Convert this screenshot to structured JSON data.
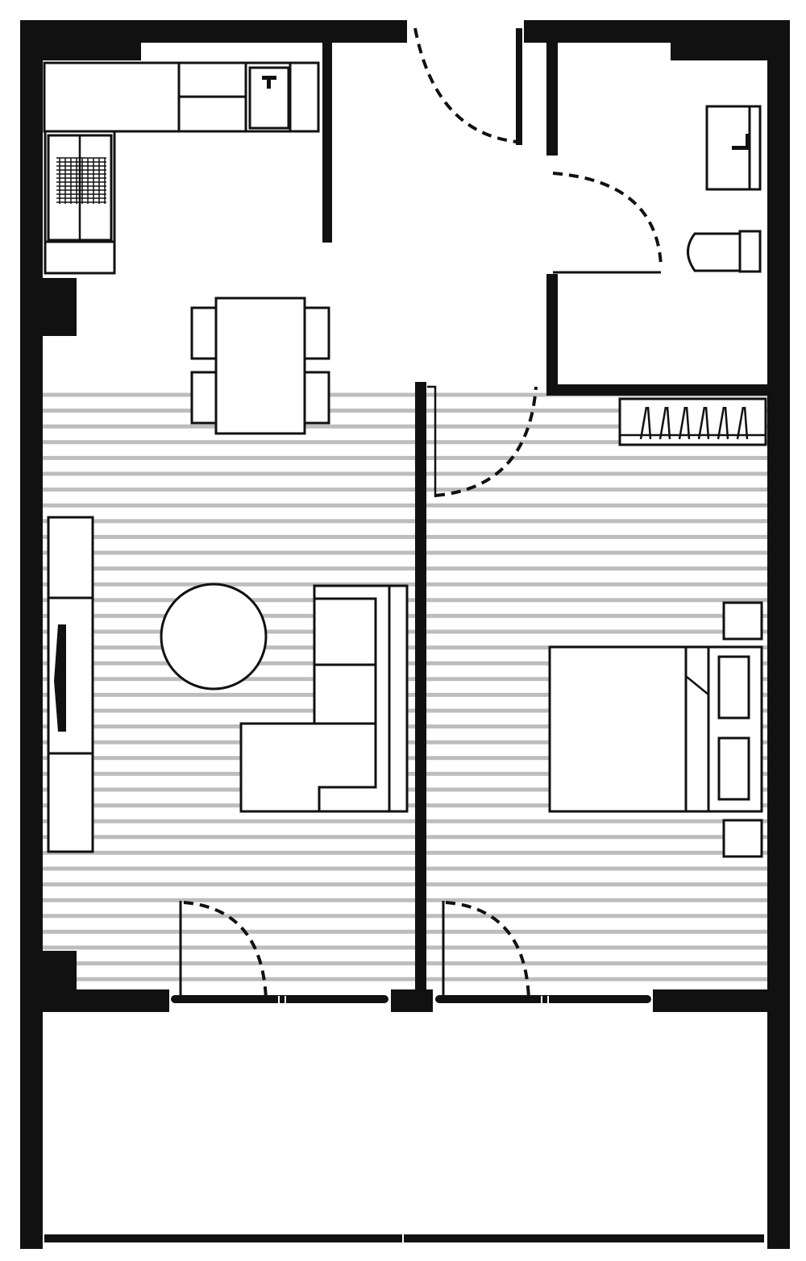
{
  "plan": {
    "colors": {
      "wall": "#111111",
      "timber_floor": "#bdbdbd",
      "background": "#ffffff"
    },
    "rooms": [
      "kitchen",
      "dining",
      "living",
      "bedroom",
      "bathroom",
      "entry",
      "balcony"
    ]
  }
}
